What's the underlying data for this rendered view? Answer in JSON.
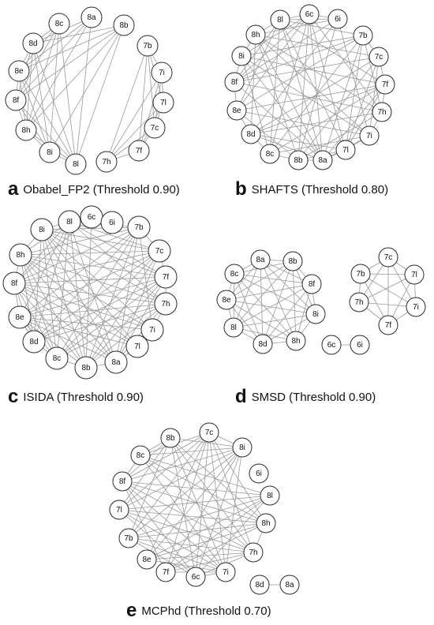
{
  "panels": [
    {
      "letter": "a",
      "caption": "Obabel_FP2 (Threshold 0.90)",
      "nodes": [
        "8c",
        "8a",
        "8b",
        "8d",
        "7b",
        "8e",
        "7i",
        "8f",
        "7l",
        "8h",
        "7c",
        "8i",
        "7f",
        "8l",
        "7h"
      ],
      "edges": [
        [
          "8c",
          "8d"
        ],
        [
          "8c",
          "8e"
        ],
        [
          "8c",
          "8f"
        ],
        [
          "8c",
          "8h"
        ],
        [
          "8c",
          "8i"
        ],
        [
          "8c",
          "8l"
        ],
        [
          "8a",
          "8d"
        ],
        [
          "8a",
          "8e"
        ],
        [
          "8a",
          "8f"
        ],
        [
          "8a",
          "8h"
        ],
        [
          "8a",
          "8l"
        ],
        [
          "8b",
          "8d"
        ],
        [
          "8b",
          "8e"
        ],
        [
          "8b",
          "8f"
        ],
        [
          "8b",
          "8h"
        ],
        [
          "8b",
          "8i"
        ],
        [
          "8b",
          "8l"
        ],
        [
          "8d",
          "8e"
        ],
        [
          "8d",
          "8f"
        ],
        [
          "8d",
          "8h"
        ],
        [
          "8d",
          "8i"
        ],
        [
          "8d",
          "8l"
        ],
        [
          "8e",
          "8f"
        ],
        [
          "8e",
          "8h"
        ],
        [
          "8e",
          "8i"
        ],
        [
          "8e",
          "8l"
        ],
        [
          "8f",
          "8h"
        ],
        [
          "8f",
          "8i"
        ],
        [
          "8f",
          "8l"
        ],
        [
          "8h",
          "8i"
        ],
        [
          "8h",
          "8l"
        ],
        [
          "8i",
          "8l"
        ],
        [
          "7b",
          "7i"
        ],
        [
          "7b",
          "7l"
        ],
        [
          "7b",
          "7c"
        ],
        [
          "7b",
          "7f"
        ],
        [
          "7b",
          "7h"
        ],
        [
          "7i",
          "7l"
        ],
        [
          "7i",
          "7c"
        ],
        [
          "7i",
          "7f"
        ],
        [
          "7i",
          "7h"
        ],
        [
          "7l",
          "7c"
        ],
        [
          "7l",
          "7f"
        ],
        [
          "7l",
          "7h"
        ],
        [
          "7c",
          "7f"
        ],
        [
          "7c",
          "7h"
        ],
        [
          "7f",
          "7h"
        ]
      ]
    },
    {
      "letter": "b",
      "caption": "SHAFTS (Threshold 0.80)",
      "nodes": [
        "6c",
        "8l",
        "6i",
        "8h",
        "7b",
        "8i",
        "7c",
        "8f",
        "7f",
        "8e",
        "7h",
        "8d",
        "7i",
        "8c",
        "7l",
        "8b",
        "8a"
      ],
      "edges": [
        [
          "6c",
          "8f"
        ],
        [
          "6c",
          "8e"
        ],
        [
          "6c",
          "8c"
        ],
        [
          "6c",
          "8b"
        ],
        [
          "6c",
          "8a"
        ],
        [
          "6c",
          "7l"
        ],
        [
          "6c",
          "7h"
        ],
        [
          "6c",
          "8i"
        ],
        [
          "6i",
          "8h"
        ],
        [
          "6i",
          "8f"
        ],
        [
          "6i",
          "8d"
        ],
        [
          "6i",
          "8b"
        ],
        [
          "6i",
          "7i"
        ],
        [
          "6i",
          "8l"
        ],
        [
          "8l",
          "8e"
        ],
        [
          "8l",
          "8c"
        ],
        [
          "8l",
          "8a"
        ],
        [
          "8l",
          "7l"
        ],
        [
          "8l",
          "7f"
        ],
        [
          "8l",
          "7b"
        ],
        [
          "8h",
          "7c"
        ],
        [
          "8h",
          "7h"
        ],
        [
          "8h",
          "8a"
        ],
        [
          "8h",
          "8b"
        ],
        [
          "8h",
          "8d"
        ],
        [
          "8h",
          "7i"
        ],
        [
          "8i",
          "7b"
        ],
        [
          "8i",
          "7f"
        ],
        [
          "8i",
          "7i"
        ],
        [
          "8i",
          "8c"
        ],
        [
          "8i",
          "8a"
        ],
        [
          "8f",
          "7b"
        ],
        [
          "8f",
          "7c"
        ],
        [
          "8f",
          "7h"
        ],
        [
          "8f",
          "8l"
        ],
        [
          "8f",
          "8a"
        ],
        [
          "8e",
          "7b"
        ],
        [
          "8e",
          "7f"
        ],
        [
          "8e",
          "7i"
        ],
        [
          "8e",
          "8b"
        ],
        [
          "8d",
          "7c"
        ],
        [
          "8d",
          "7h"
        ],
        [
          "8d",
          "7l"
        ],
        [
          "8d",
          "8a"
        ],
        [
          "8c",
          "7b"
        ],
        [
          "8c",
          "7f"
        ],
        [
          "8c",
          "7i"
        ],
        [
          "8b",
          "7c"
        ],
        [
          "8b",
          "7l"
        ],
        [
          "8b",
          "7h"
        ],
        [
          "8a",
          "7b"
        ],
        [
          "8a",
          "7f"
        ],
        [
          "8a",
          "7i"
        ],
        [
          "7b",
          "7h"
        ],
        [
          "7b",
          "7l"
        ],
        [
          "7c",
          "7i"
        ],
        [
          "7c",
          "7l"
        ],
        [
          "7f",
          "7l"
        ],
        [
          "7f",
          "8d"
        ],
        [
          "8h",
          "8i"
        ],
        [
          "8i",
          "8f"
        ],
        [
          "8f",
          "8e"
        ],
        [
          "8e",
          "8d"
        ],
        [
          "8d",
          "8c"
        ],
        [
          "8c",
          "8b"
        ],
        [
          "8b",
          "8a"
        ],
        [
          "7b",
          "7c"
        ],
        [
          "7c",
          "7f"
        ],
        [
          "7f",
          "7h"
        ],
        [
          "7h",
          "7i"
        ],
        [
          "7i",
          "7l"
        ],
        [
          "7l",
          "8a"
        ],
        [
          "8l",
          "8h"
        ],
        [
          "6c",
          "6i"
        ],
        [
          "6c",
          "8l"
        ]
      ]
    },
    {
      "letter": "c",
      "caption": "ISIDA (Threshold 0.90)",
      "nodes": [
        "8l",
        "6c",
        "6i",
        "8i",
        "7b",
        "8h",
        "7c",
        "8f",
        "7f",
        "8e",
        "7h",
        "8d",
        "7i",
        "8c",
        "7l",
        "8b",
        "8a"
      ],
      "edges": [
        [
          "8i",
          "7b"
        ],
        [
          "8i",
          "7c"
        ],
        [
          "8i",
          "7f"
        ],
        [
          "8i",
          "7h"
        ],
        [
          "8i",
          "7i"
        ],
        [
          "8i",
          "7l"
        ],
        [
          "8i",
          "8a"
        ],
        [
          "8i",
          "8b"
        ],
        [
          "8i",
          "8c"
        ],
        [
          "8i",
          "8d"
        ],
        [
          "8h",
          "7b"
        ],
        [
          "8h",
          "7c"
        ],
        [
          "8h",
          "7f"
        ],
        [
          "8h",
          "7h"
        ],
        [
          "8h",
          "7i"
        ],
        [
          "8h",
          "7l"
        ],
        [
          "8h",
          "8a"
        ],
        [
          "8h",
          "8b"
        ],
        [
          "8h",
          "8c"
        ],
        [
          "8h",
          "8d"
        ],
        [
          "8f",
          "7b"
        ],
        [
          "8f",
          "7c"
        ],
        [
          "8f",
          "7f"
        ],
        [
          "8f",
          "7h"
        ],
        [
          "8f",
          "7i"
        ],
        [
          "8f",
          "7l"
        ],
        [
          "8f",
          "8a"
        ],
        [
          "8f",
          "8b"
        ],
        [
          "8f",
          "8c"
        ],
        [
          "8f",
          "8d"
        ],
        [
          "8e",
          "7b"
        ],
        [
          "8e",
          "7c"
        ],
        [
          "8e",
          "7f"
        ],
        [
          "8e",
          "7h"
        ],
        [
          "8e",
          "7i"
        ],
        [
          "8e",
          "7l"
        ],
        [
          "8e",
          "8a"
        ],
        [
          "8e",
          "8b"
        ],
        [
          "8e",
          "8c"
        ],
        [
          "8e",
          "8d"
        ],
        [
          "8l",
          "7b"
        ],
        [
          "8l",
          "7c"
        ],
        [
          "8l",
          "7f"
        ],
        [
          "8l",
          "7h"
        ],
        [
          "8l",
          "8a"
        ],
        [
          "8l",
          "8b"
        ],
        [
          "8l",
          "8c"
        ],
        [
          "8l",
          "8d"
        ],
        [
          "8l",
          "8e"
        ],
        [
          "8l",
          "8f"
        ],
        [
          "8l",
          "8h"
        ],
        [
          "8l",
          "8i"
        ],
        [
          "7b",
          "8a"
        ],
        [
          "7b",
          "8b"
        ],
        [
          "7b",
          "8c"
        ],
        [
          "7b",
          "8d"
        ],
        [
          "7b",
          "7i"
        ],
        [
          "7c",
          "8a"
        ],
        [
          "7c",
          "8b"
        ],
        [
          "7c",
          "8c"
        ],
        [
          "7c",
          "8d"
        ],
        [
          "7f",
          "8a"
        ],
        [
          "7f",
          "8b"
        ],
        [
          "7f",
          "8c"
        ],
        [
          "7f",
          "8d"
        ],
        [
          "7h",
          "8a"
        ],
        [
          "7h",
          "8b"
        ],
        [
          "7h",
          "8c"
        ],
        [
          "7h",
          "8d"
        ],
        [
          "8i",
          "8h"
        ],
        [
          "8h",
          "8f"
        ],
        [
          "8f",
          "8e"
        ],
        [
          "8e",
          "8d"
        ],
        [
          "8d",
          "8c"
        ],
        [
          "8c",
          "8b"
        ],
        [
          "8b",
          "8a"
        ],
        [
          "7b",
          "7c"
        ],
        [
          "7c",
          "7f"
        ],
        [
          "7f",
          "7h"
        ],
        [
          "7h",
          "7i"
        ],
        [
          "7i",
          "7l"
        ],
        [
          "7l",
          "8a"
        ],
        [
          "6c",
          "8b"
        ],
        [
          "6c",
          "8f"
        ]
      ]
    },
    {
      "letter": "d",
      "caption": "SMSD (Threshold 0.90)",
      "nodes": [
        "8a",
        "8b",
        "8c",
        "8f",
        "8e",
        "8i",
        "8l",
        "8h",
        "8d",
        "7c",
        "7b",
        "7l",
        "7h",
        "7i",
        "7f",
        "6c",
        "6i"
      ],
      "edges": [
        [
          "8a",
          "8b"
        ],
        [
          "8a",
          "8c"
        ],
        [
          "8a",
          "8f"
        ],
        [
          "8a",
          "8e"
        ],
        [
          "8a",
          "8i"
        ],
        [
          "8a",
          "8l"
        ],
        [
          "8a",
          "8h"
        ],
        [
          "8a",
          "8d"
        ],
        [
          "8b",
          "8c"
        ],
        [
          "8b",
          "8f"
        ],
        [
          "8b",
          "8e"
        ],
        [
          "8b",
          "8i"
        ],
        [
          "8b",
          "8l"
        ],
        [
          "8b",
          "8h"
        ],
        [
          "8b",
          "8d"
        ],
        [
          "8c",
          "8f"
        ],
        [
          "8c",
          "8e"
        ],
        [
          "8c",
          "8i"
        ],
        [
          "8c",
          "8l"
        ],
        [
          "8c",
          "8h"
        ],
        [
          "8c",
          "8d"
        ],
        [
          "8f",
          "8e"
        ],
        [
          "8f",
          "8i"
        ],
        [
          "8f",
          "8l"
        ],
        [
          "8f",
          "8h"
        ],
        [
          "8f",
          "8d"
        ],
        [
          "8e",
          "8i"
        ],
        [
          "8e",
          "8l"
        ],
        [
          "8e",
          "8h"
        ],
        [
          "8e",
          "8d"
        ],
        [
          "8i",
          "8l"
        ],
        [
          "8i",
          "8h"
        ],
        [
          "8i",
          "8d"
        ],
        [
          "8l",
          "8h"
        ],
        [
          "8l",
          "8d"
        ],
        [
          "8h",
          "8d"
        ],
        [
          "7c",
          "7b"
        ],
        [
          "7c",
          "7l"
        ],
        [
          "7c",
          "7h"
        ],
        [
          "7c",
          "7i"
        ],
        [
          "7c",
          "7f"
        ],
        [
          "7b",
          "7l"
        ],
        [
          "7b",
          "7h"
        ],
        [
          "7b",
          "7i"
        ],
        [
          "7b",
          "7f"
        ],
        [
          "7l",
          "7h"
        ],
        [
          "7l",
          "7i"
        ],
        [
          "7l",
          "7f"
        ],
        [
          "7h",
          "7i"
        ],
        [
          "7h",
          "7f"
        ],
        [
          "7i",
          "7f"
        ],
        [
          "6c",
          "6i"
        ]
      ]
    },
    {
      "letter": "e",
      "caption": "MCPhd (Threshold 0.70)",
      "nodes": [
        "7c",
        "8b",
        "8i",
        "8c",
        "6i",
        "8f",
        "8l",
        "7l",
        "8h",
        "7b",
        "7h",
        "8e",
        "7f",
        "6c",
        "7i",
        "8d",
        "8a"
      ],
      "edges": [
        [
          "7c",
          "8c"
        ],
        [
          "7c",
          "8f"
        ],
        [
          "7c",
          "7l"
        ],
        [
          "7c",
          "7b"
        ],
        [
          "7c",
          "8e"
        ],
        [
          "7c",
          "7f"
        ],
        [
          "7c",
          "6c"
        ],
        [
          "7c",
          "7i"
        ],
        [
          "7c",
          "7h"
        ],
        [
          "7c",
          "8h"
        ],
        [
          "7c",
          "8i"
        ],
        [
          "8b",
          "8c"
        ],
        [
          "8b",
          "8f"
        ],
        [
          "8b",
          "7l"
        ],
        [
          "8b",
          "7b"
        ],
        [
          "8b",
          "8h"
        ],
        [
          "8b",
          "7i"
        ],
        [
          "8b",
          "8i"
        ],
        [
          "8b",
          "7h"
        ],
        [
          "8b",
          "6c"
        ],
        [
          "8i",
          "8c"
        ],
        [
          "8i",
          "8f"
        ],
        [
          "8i",
          "7l"
        ],
        [
          "8i",
          "7b"
        ],
        [
          "8i",
          "8e"
        ],
        [
          "8i",
          "7f"
        ],
        [
          "8i",
          "6c"
        ],
        [
          "8i",
          "7i"
        ],
        [
          "8c",
          "8f"
        ],
        [
          "8c",
          "8l"
        ],
        [
          "8c",
          "8h"
        ],
        [
          "8c",
          "7h"
        ],
        [
          "8c",
          "7i"
        ],
        [
          "8f",
          "8l"
        ],
        [
          "8f",
          "8h"
        ],
        [
          "8f",
          "7h"
        ],
        [
          "8f",
          "7i"
        ],
        [
          "8f",
          "6c"
        ],
        [
          "8f",
          "7f"
        ],
        [
          "8l",
          "7l"
        ],
        [
          "8l",
          "7b"
        ],
        [
          "8l",
          "8e"
        ],
        [
          "8l",
          "7f"
        ],
        [
          "8l",
          "6c"
        ],
        [
          "7l",
          "8h"
        ],
        [
          "7l",
          "7h"
        ],
        [
          "7l",
          "7i"
        ],
        [
          "7l",
          "6c"
        ],
        [
          "8h",
          "7b"
        ],
        [
          "8h",
          "8e"
        ],
        [
          "8h",
          "7f"
        ],
        [
          "8h",
          "7h"
        ],
        [
          "7b",
          "7h"
        ],
        [
          "7b",
          "7i"
        ],
        [
          "7b",
          "6c"
        ],
        [
          "7h",
          "8e"
        ],
        [
          "7h",
          "7f"
        ],
        [
          "7h",
          "6c"
        ],
        [
          "8e",
          "7i"
        ],
        [
          "7f",
          "7i"
        ],
        [
          "6c",
          "7i"
        ],
        [
          "8d",
          "8a"
        ]
      ]
    }
  ]
}
